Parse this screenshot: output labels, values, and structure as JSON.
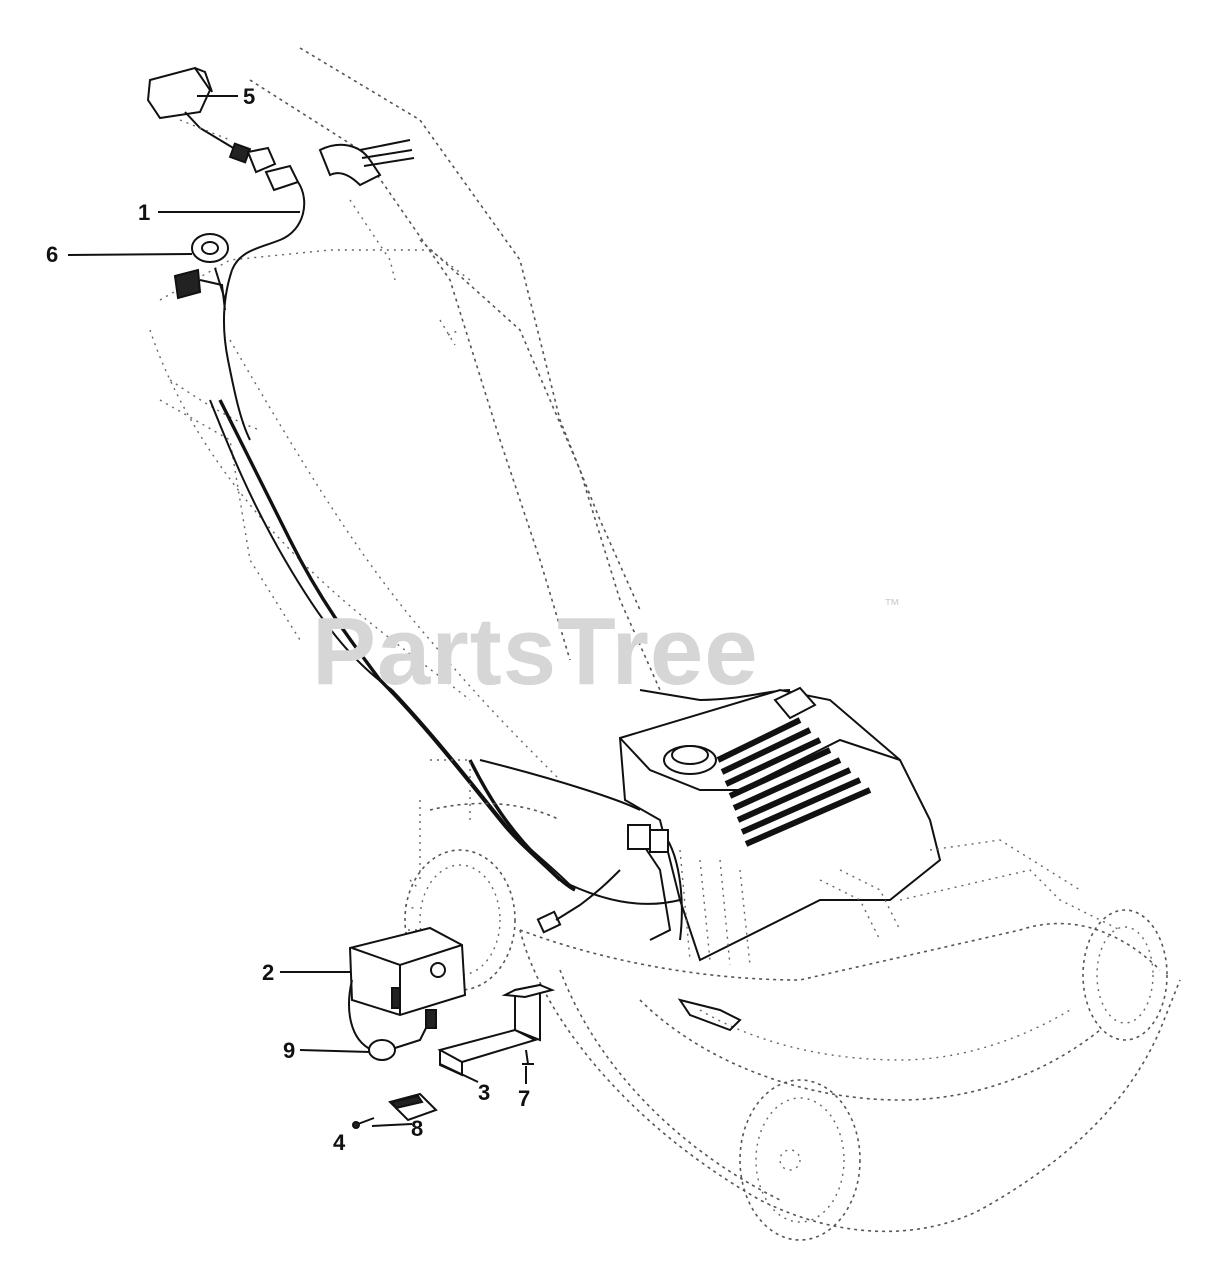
{
  "diagram": {
    "watermark": "PartsTree",
    "trademark": "™",
    "callouts": [
      {
        "id": "5",
        "label": "5"
      },
      {
        "id": "1",
        "label": "1"
      },
      {
        "id": "6",
        "label": "6"
      },
      {
        "id": "2",
        "label": "2"
      },
      {
        "id": "9",
        "label": "9"
      },
      {
        "id": "3",
        "label": "3"
      },
      {
        "id": "7",
        "label": "7"
      },
      {
        "id": "4",
        "label": "4"
      },
      {
        "id": "8",
        "label": "8"
      }
    ]
  },
  "colors": {
    "ink": "#111111",
    "watermark": "#d6d6d6",
    "background": "#ffffff"
  }
}
